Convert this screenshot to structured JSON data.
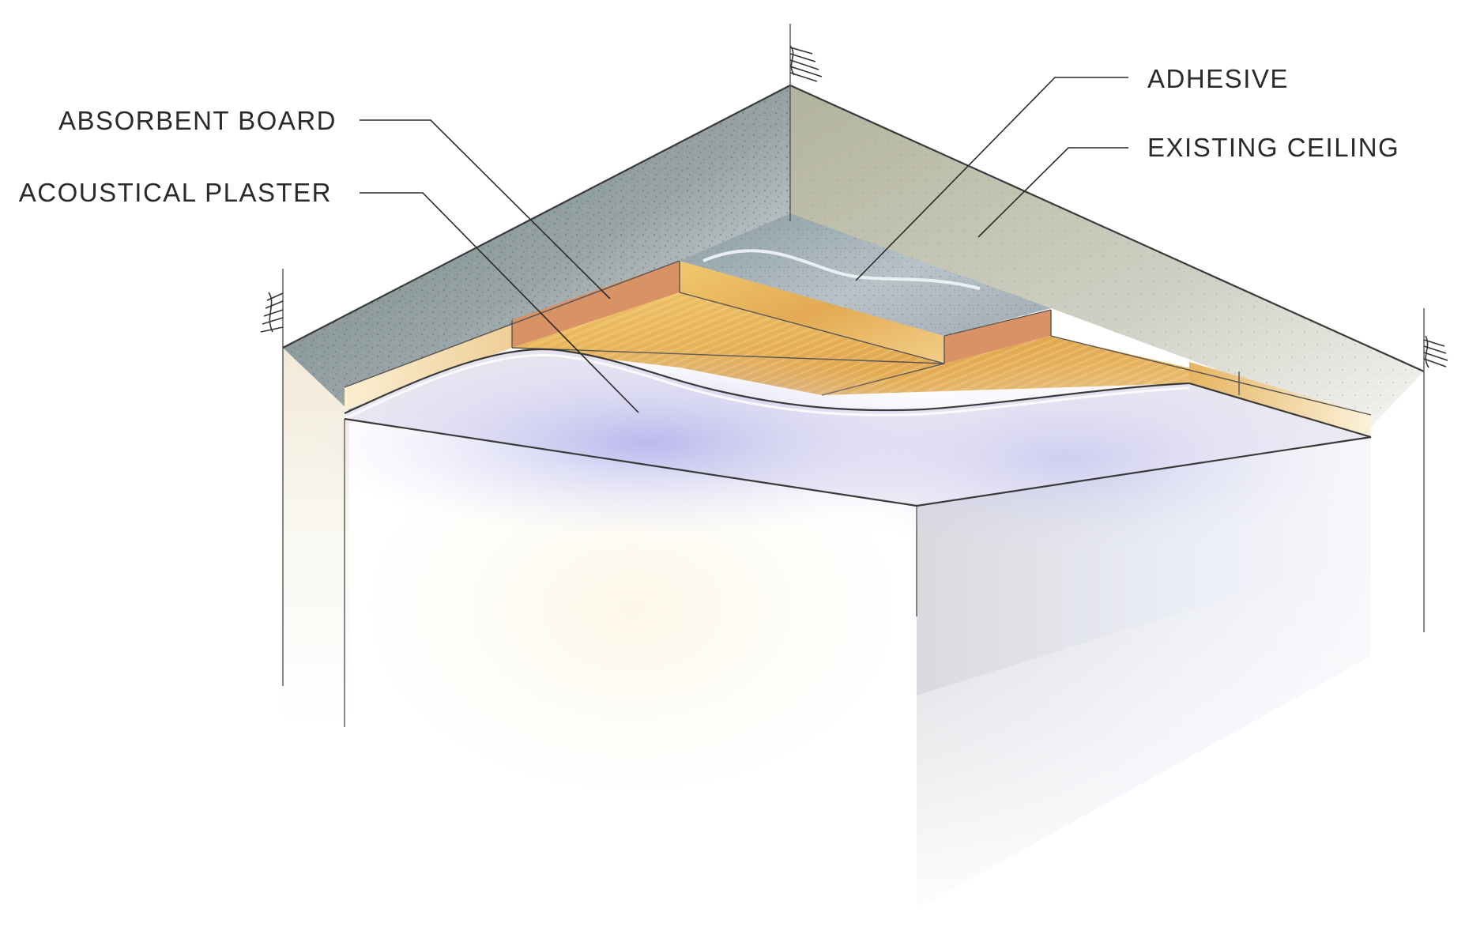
{
  "labels": {
    "absorbent_board": "ABSORBENT BOARD",
    "acoustical_plaster": "ACOUSTICAL PLASTER",
    "adhesive": "ADHESIVE",
    "existing_ceiling": "EXISTING CEILING"
  },
  "colors": {
    "concrete_left": "#8e9a9c",
    "concrete_right": "#b9b9a6",
    "board": "#e8b45c",
    "board_edge": "#d89060",
    "adhesive": "#a7b4bb",
    "plaster": "#e4e1ee",
    "glow_blue": "#b7b7ee",
    "glow_warm": "#f7e7b8",
    "line": "#2a2a2a"
  }
}
